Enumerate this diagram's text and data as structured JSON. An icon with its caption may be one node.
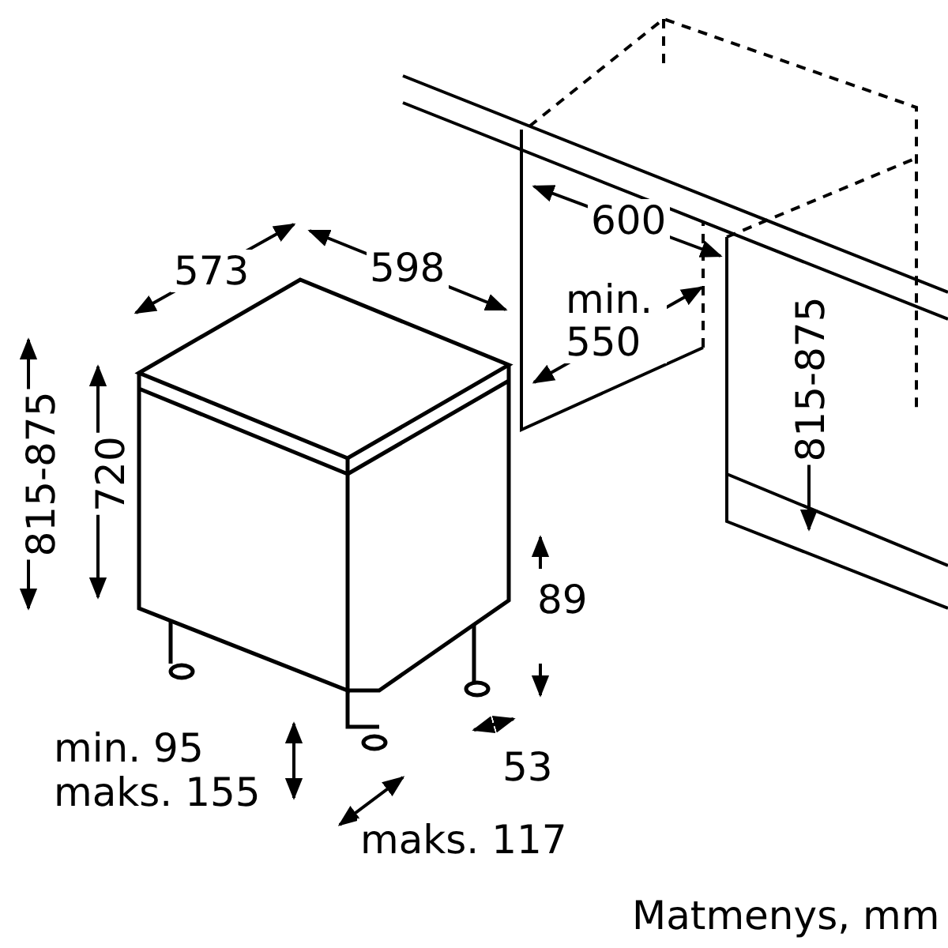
{
  "diagram": {
    "caption": "Matmenys, mm",
    "labels": [
      "573",
      "598",
      "600",
      "min. 550",
      "815-875",
      "720",
      "815-875",
      "89",
      "min. 95",
      "maks. 155",
      "53",
      "maks. 117"
    ]
  }
}
